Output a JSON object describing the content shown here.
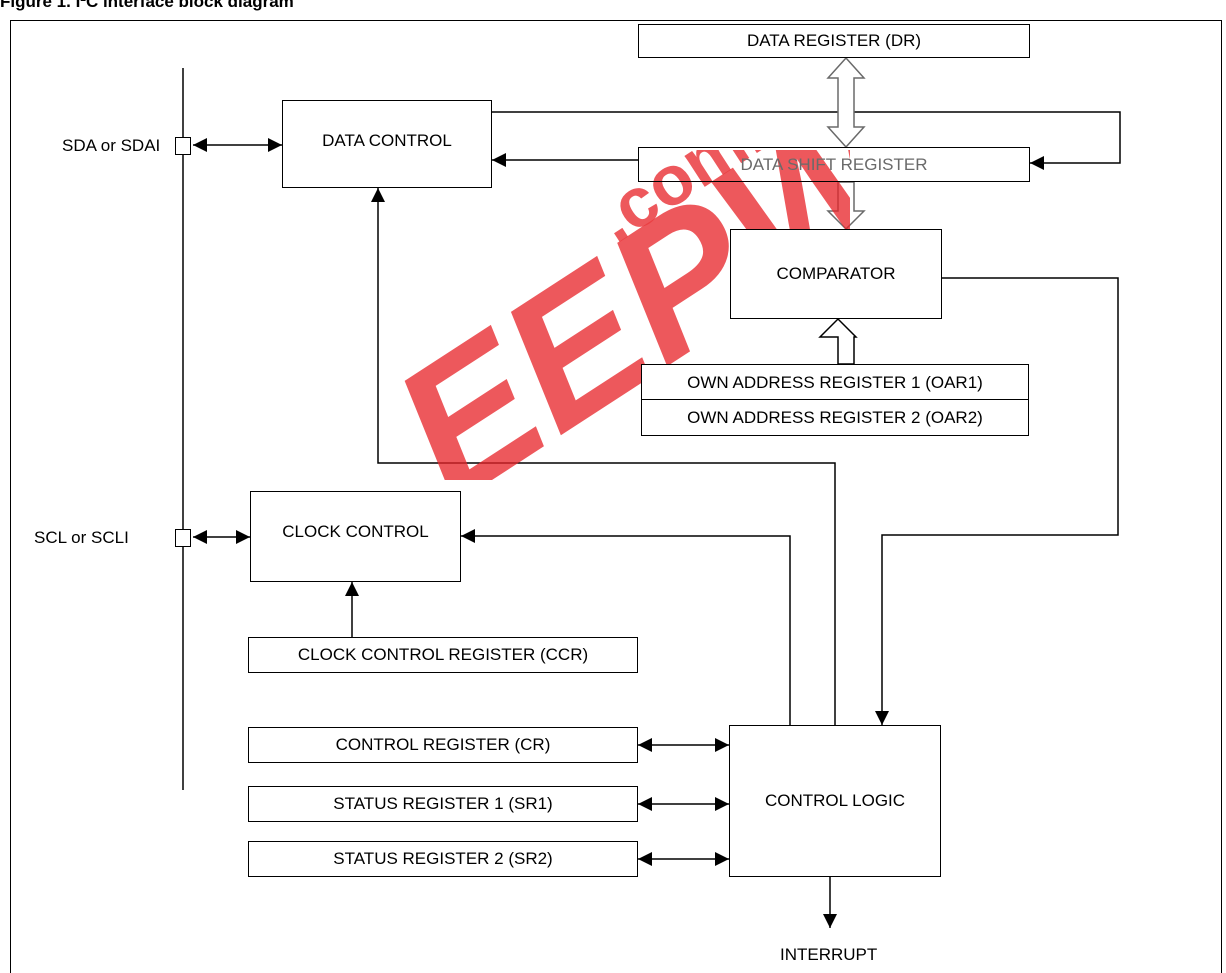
{
  "figure_title": "Figure 1. I²C interface block diagram",
  "pins": {
    "sda": "SDA or SDAI",
    "scl": "SCL or SCLI"
  },
  "blocks": {
    "data_register": "DATA REGISTER (DR)",
    "data_control": "DATA CONTROL",
    "data_shift_register": "DATA SHIFT REGISTER",
    "comparator": "COMPARATOR",
    "own_address_register_1": "OWN ADDRESS REGISTER 1 (OAR1)",
    "own_address_register_2": "OWN ADDRESS REGISTER 2 (OAR2)",
    "clock_control": "CLOCK CONTROL",
    "clock_control_register": "CLOCK CONTROL REGISTER (CCR)",
    "control_register": "CONTROL REGISTER (CR)",
    "status_register_1": "STATUS REGISTER 1 (SR1)",
    "status_register_2": "STATUS REGISTER 2 (SR2)",
    "control_logic": "CONTROL LOGIC"
  },
  "outputs": {
    "interrupt": "INTERRUPT"
  },
  "watermark": {
    "text": "EEPW .com.cn",
    "color": "#e8262b"
  }
}
